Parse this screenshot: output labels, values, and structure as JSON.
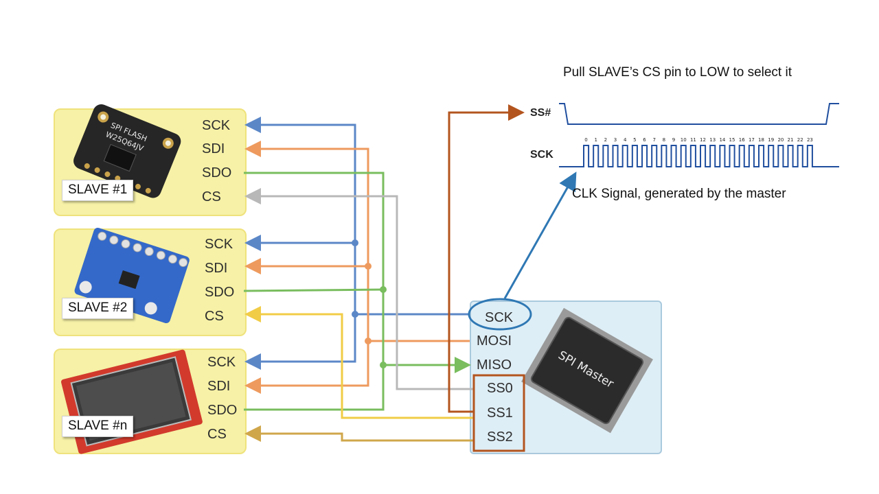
{
  "caption_top": "Pull SLAVE’s CS pin to LOW to select it",
  "caption_clk": "CLK Signal, generated by the master",
  "signals": {
    "ss": "SS#",
    "sck": "SCK"
  },
  "clock_ticks": [
    "0",
    "1",
    "2",
    "3",
    "4",
    "5",
    "6",
    "7",
    "8",
    "9",
    "10",
    "11",
    "12",
    "13",
    "14",
    "15",
    "16",
    "17",
    "18",
    "19",
    "20",
    "21",
    "22",
    "23"
  ],
  "slaves": [
    {
      "label": "SLAVE #1",
      "chip_text": "SPI FLASH W25Q64JV",
      "pins": [
        "SCK",
        "SDI",
        "SDO",
        "CS"
      ]
    },
    {
      "label": "SLAVE #2",
      "pins": [
        "SCK",
        "SDI",
        "SDO",
        "CS"
      ]
    },
    {
      "label": "SLAVE #n",
      "pins": [
        "SCK",
        "SDI",
        "SDO",
        "CS"
      ]
    }
  ],
  "master": {
    "chip_text": "SPI Master",
    "pins": [
      "SCK",
      "MOSI",
      "MISO",
      "SS0",
      "SS1",
      "SS2"
    ]
  },
  "colors": {
    "sck": "#5b87c7",
    "sdi": "#ee9a5e",
    "sdo": "#79bd5e",
    "cs1": "#b8b8b8",
    "cs2": "#f1cc46",
    "csn": "#cfa64a",
    "ss": "#b3541e",
    "clk": "#1f4e9e",
    "arrow": "#2f78b4"
  }
}
